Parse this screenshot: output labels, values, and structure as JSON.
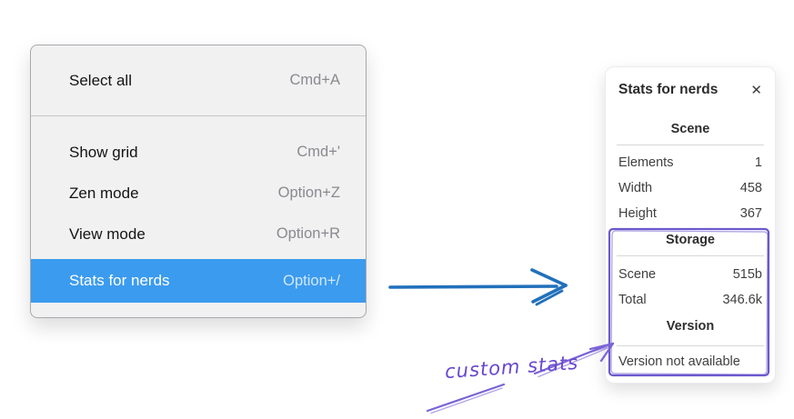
{
  "context_menu": {
    "items": [
      {
        "label": "Select all",
        "shortcut": "Cmd+A"
      },
      {
        "label": "Show grid",
        "shortcut": "Cmd+'"
      },
      {
        "label": "Zen mode",
        "shortcut": "Option+Z"
      },
      {
        "label": "View mode",
        "shortcut": "Option+R"
      },
      {
        "label": "Stats for nerds",
        "shortcut": "Option+/"
      }
    ],
    "selected_item": "Stats for nerds",
    "selection_color": "#3b9bef"
  },
  "stats_panel": {
    "title": "Stats for nerds",
    "close_icon": "✕",
    "sections": [
      {
        "heading": "Scene",
        "rows": [
          {
            "label": "Elements",
            "value": "1"
          },
          {
            "label": "Width",
            "value": "458"
          },
          {
            "label": "Height",
            "value": "367"
          }
        ]
      },
      {
        "heading": "Storage",
        "rows": [
          {
            "label": "Scene",
            "value": "515b"
          },
          {
            "label": "Total",
            "value": "346.6k"
          }
        ]
      },
      {
        "heading": "Version",
        "note": "Version not available"
      }
    ]
  },
  "annotations": {
    "custom_stats_label": "custom stats",
    "purple": "#6b55d2",
    "blue": "#2170bb"
  }
}
